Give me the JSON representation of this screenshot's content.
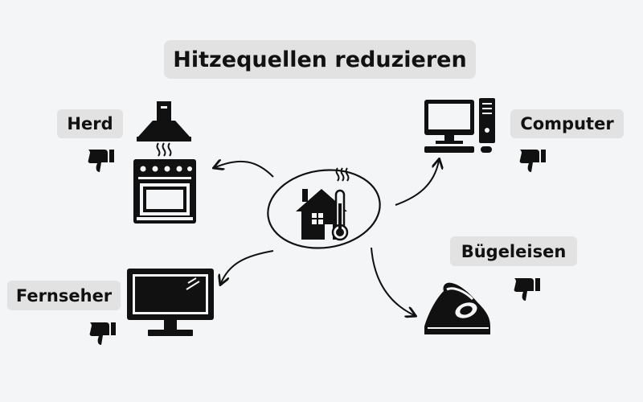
{
  "title": "Hitzequellen reduzieren",
  "nodes": {
    "center": {
      "icon": "house-thermometer-icon"
    },
    "herd": {
      "label": "Herd",
      "icon": "stove-hood-icon",
      "rating_icon": "thumbs-down-icon"
    },
    "computer": {
      "label": "Computer",
      "icon": "desktop-computer-icon",
      "rating_icon": "thumbs-down-icon"
    },
    "buegeleisen": {
      "label": "Bügeleisen",
      "icon": "clothes-iron-icon",
      "rating_icon": "thumbs-down-icon"
    },
    "fernseher": {
      "label": "Fernseher",
      "icon": "television-icon",
      "rating_icon": "thumbs-down-icon"
    }
  },
  "edges": [
    {
      "from": "center",
      "to": "herd"
    },
    {
      "from": "center",
      "to": "computer"
    },
    {
      "from": "center",
      "to": "fernseher"
    },
    {
      "from": "center",
      "to": "buegeleisen"
    }
  ],
  "colors": {
    "background": "#f4f5f6",
    "label_box": "#e2e2e2",
    "ink": "#111111"
  }
}
